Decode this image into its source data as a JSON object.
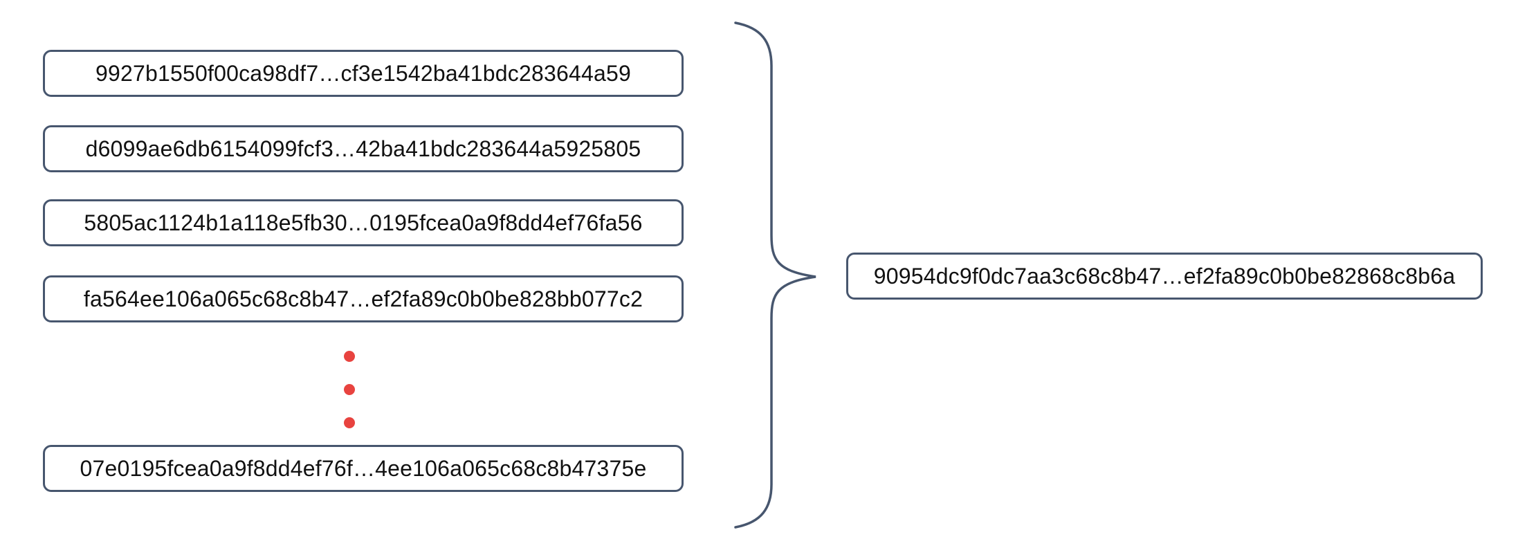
{
  "diagram": {
    "title": "hash-combination-diagram",
    "inputs": [
      {
        "text": "9927b1550f00ca98df7…cf3e1542ba41bdc283644a59"
      },
      {
        "text": "d6099ae6db6154099fcf3…42ba41bdc283644a5925805"
      },
      {
        "text": "5805ac1124b1a118e5fb30…0195fcea0a9f8dd4ef76fa56"
      },
      {
        "text": "fa564ee106a065c68c8b47…ef2fa89c0b0be828bb077c2"
      },
      {
        "text": "07e0195fcea0a9f8dd4ef76f…4ee106a065c68c8b47375e"
      }
    ],
    "ellipsis_dot_count": 3,
    "output": {
      "text": "90954dc9f0dc7aa3c68c8b47…ef2fa89c0b0be82868c8b6a"
    },
    "colors": {
      "box_border": "#47566E",
      "brace": "#47566E",
      "dots": "#E8433F",
      "text": "#111111",
      "background": "#FFFFFF"
    }
  }
}
